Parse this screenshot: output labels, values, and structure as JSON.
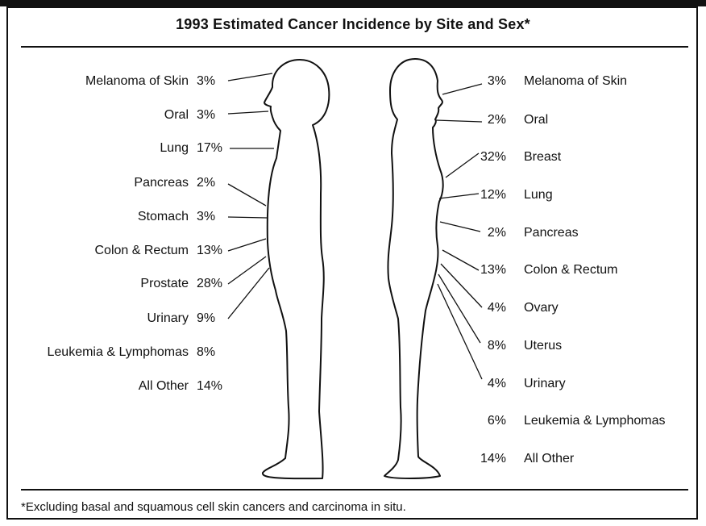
{
  "title": "1993 Estimated Cancer Incidence by Site and Sex*",
  "footnote": "*Excluding basal and squamous cell skin cancers and carcinoma in situ.",
  "male": [
    {
      "site": "Melanoma of Skin",
      "pct": "3%"
    },
    {
      "site": "Oral",
      "pct": "3%"
    },
    {
      "site": "Lung",
      "pct": "17%"
    },
    {
      "site": "Pancreas",
      "pct": "2%"
    },
    {
      "site": "Stomach",
      "pct": "3%"
    },
    {
      "site": "Colon & Rectum",
      "pct": "13%"
    },
    {
      "site": "Prostate",
      "pct": "28%"
    },
    {
      "site": "Urinary",
      "pct": "9%"
    },
    {
      "site": "Leukemia & Lymphomas",
      "pct": "8%"
    },
    {
      "site": "All Other",
      "pct": "14%"
    }
  ],
  "female": [
    {
      "site": "Melanoma of Skin",
      "pct": "3%"
    },
    {
      "site": "Oral",
      "pct": "2%"
    },
    {
      "site": "Breast",
      "pct": "32%"
    },
    {
      "site": "Lung",
      "pct": "12%"
    },
    {
      "site": "Pancreas",
      "pct": "2%"
    },
    {
      "site": "Colon & Rectum",
      "pct": "13%"
    },
    {
      "site": "Ovary",
      "pct": "4%"
    },
    {
      "site": "Uterus",
      "pct": "8%"
    },
    {
      "site": "Urinary",
      "pct": "4%"
    },
    {
      "site": "Leukemia & Lymphomas",
      "pct": "6%"
    },
    {
      "site": "All Other",
      "pct": "14%"
    }
  ]
}
